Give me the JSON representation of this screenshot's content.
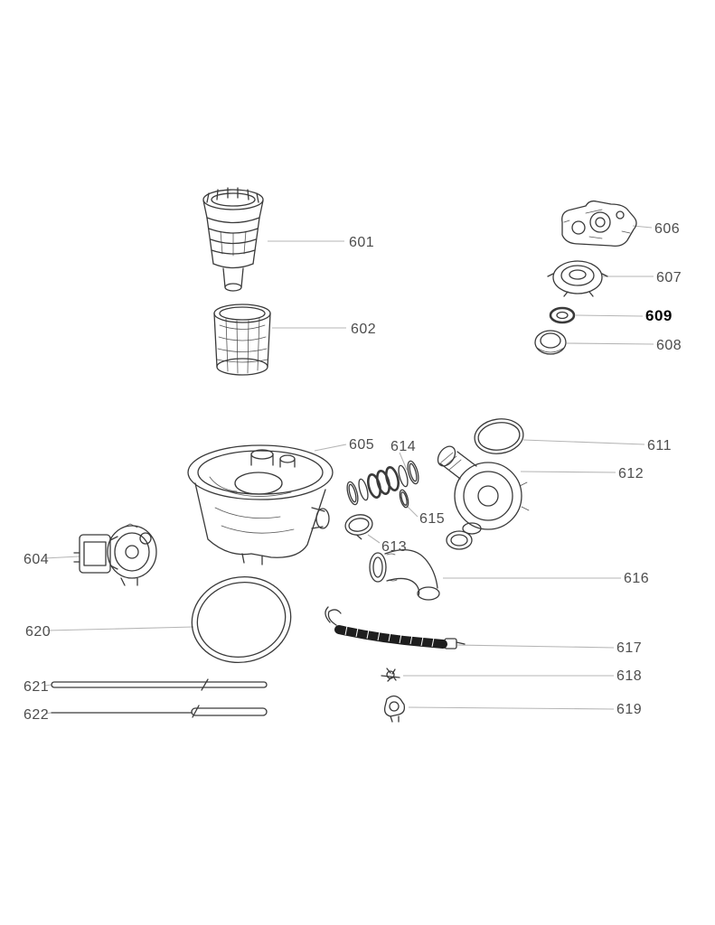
{
  "diagram": {
    "type": "exploded-parts-diagram",
    "background": "#ffffff",
    "colors": {
      "label_text": "#4d4d4d",
      "label_text_emphasis": "#000000",
      "leader_line": "#b5b5b5",
      "part_line": "#3a3a3a",
      "hose_fill": "#1e1e1e"
    },
    "callouts": {
      "601": "601",
      "602": "602",
      "604": "604",
      "605": "605",
      "606": "606",
      "607": "607",
      "608": "608",
      "609": "609",
      "611": "611",
      "612": "612",
      "613": "613",
      "614": "614",
      "615": "615",
      "616": "616",
      "617": "617",
      "618": "618",
      "619": "619",
      "620": "620",
      "621": "621",
      "622": "622"
    }
  }
}
